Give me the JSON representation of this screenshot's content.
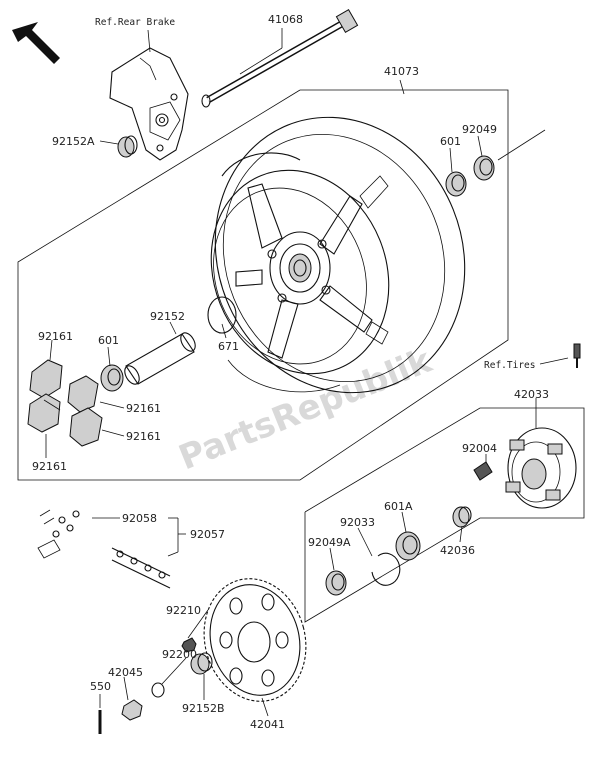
{
  "diagram": {
    "watermark": "PartsRepublik",
    "references": {
      "rear_brake": "Ref.Rear Brake",
      "tires": "Ref.Tires"
    },
    "parts": {
      "p41068": "41068",
      "p41073": "41073",
      "p92152A": "92152A",
      "p601_top": "601",
      "p92049": "92049",
      "p92161_a": "92161",
      "p601_left": "601",
      "p92152": "92152",
      "p671": "671",
      "p92161_b": "92161",
      "p92161_c": "92161",
      "p92161_d": "92161",
      "p42033": "42033",
      "p92004": "92004",
      "p92058": "92058",
      "p92057": "92057",
      "p92033": "92033",
      "p601A": "601A",
      "p92049A": "92049A",
      "p42036": "42036",
      "p92210": "92210",
      "p92200": "92200",
      "p42045": "42045",
      "p550": "550",
      "p92152B": "92152B",
      "p42041": "42041"
    }
  }
}
